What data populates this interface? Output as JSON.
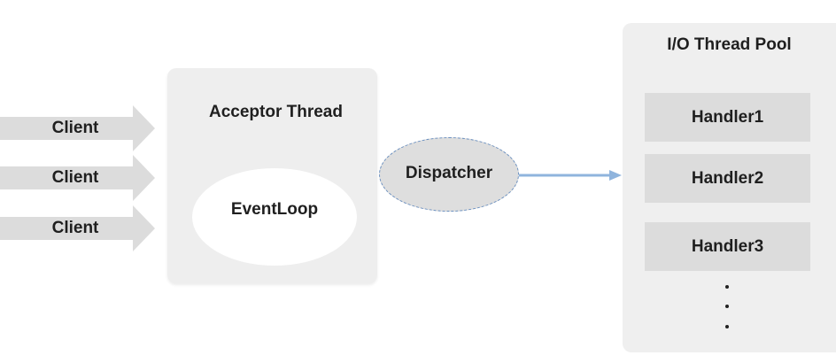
{
  "clients": [
    {
      "label": "Client"
    },
    {
      "label": "Client"
    },
    {
      "label": "Client"
    }
  ],
  "acceptor": {
    "title": "Acceptor Thread",
    "event_loop_label": "EventLoop"
  },
  "dispatcher": {
    "label": "Dispatcher"
  },
  "thread_pool": {
    "title": "I/O Thread Pool",
    "handlers": [
      {
        "label": "Handler1"
      },
      {
        "label": "Handler2"
      },
      {
        "label": "Handler3"
      }
    ],
    "ellipsis_dots": 3
  },
  "colors": {
    "client_arrow": "#dcdcdc",
    "panel": "#eeeeee",
    "handler": "#dcdcdc",
    "dispatcher_fill": "#dedede",
    "dispatcher_border": "#6a8fbf",
    "connector": "#8fb4dd"
  }
}
